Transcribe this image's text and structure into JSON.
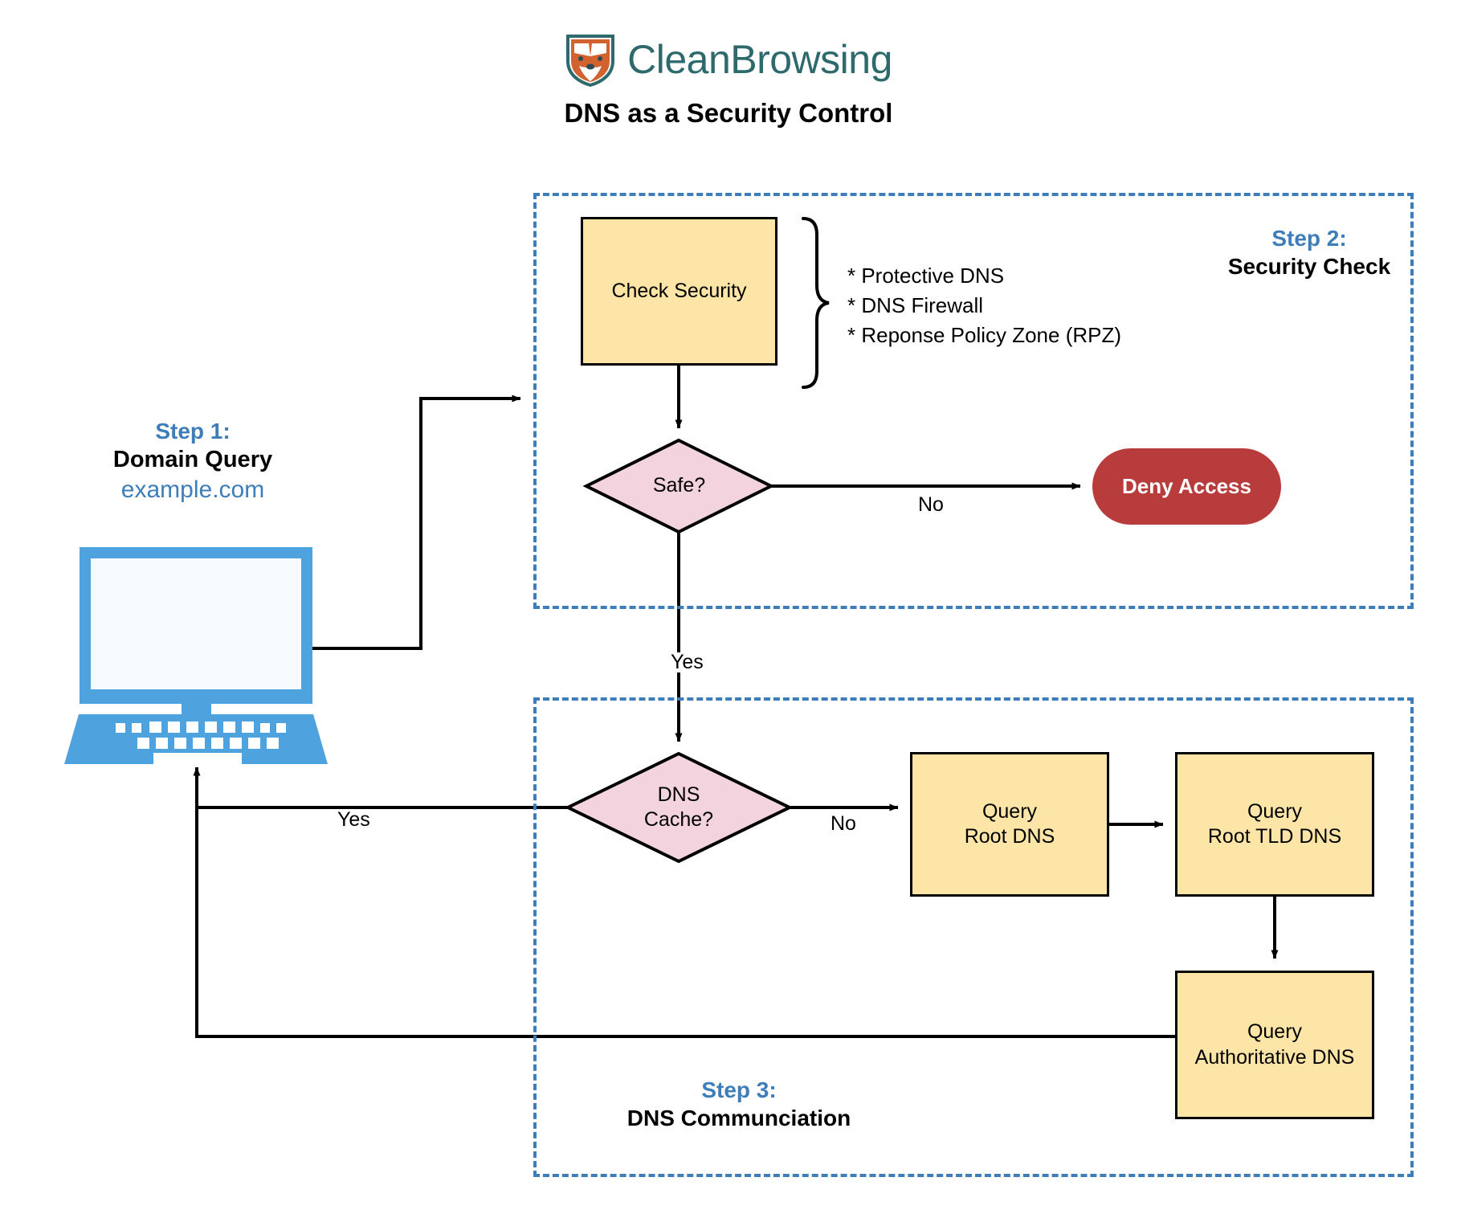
{
  "brand": {
    "name": "CleanBrowsing",
    "logo_icon": "fox-shield-logo",
    "logo_colors": {
      "shield_outline": "#2e6a6c",
      "fox_fill": "#d2622f",
      "muzzle": "#ffffff"
    },
    "text_color": "#2e6a6c"
  },
  "title": "DNS as a Security Control",
  "colors": {
    "accent_blue": "#3d7eba",
    "process_fill": "#fce5a6",
    "decision_fill": "#f2d3de",
    "deny_fill": "#b93c3c",
    "stroke": "#000000",
    "laptop_blue": "#4ea3df"
  },
  "steps": {
    "step1": {
      "number": "Step 1:",
      "title": "Domain Query",
      "subtitle": "example.com"
    },
    "step2": {
      "number": "Step 2:",
      "title": "Security Check"
    },
    "step3": {
      "number": "Step 3:",
      "title": "DNS Communciation"
    }
  },
  "nodes": {
    "check_security": "Check Security",
    "safe_decision": "Safe?",
    "deny_access": "Deny Access",
    "dns_cache_decision": "DNS\nCache?",
    "query_root_dns": "Query\nRoot DNS",
    "query_root_tld_dns": "Query\nRoot TLD DNS",
    "query_authoritative_dns": "Query\nAuthoritative DNS"
  },
  "annotations": {
    "security_methods": [
      "* Protective DNS",
      "* DNS Firewall",
      "* Reponse Policy Zone (RPZ)"
    ]
  },
  "edge_labels": {
    "safe_no": "No",
    "safe_yes": "Yes",
    "cache_no": "No",
    "cache_yes": "Yes"
  },
  "chart_data": {
    "type": "diagram",
    "title": "DNS as a Security Control",
    "nodes": [
      {
        "id": "client",
        "label": "example.com",
        "shape": "computer",
        "group": "Step 1: Domain Query"
      },
      {
        "id": "check",
        "label": "Check Security",
        "shape": "process",
        "group": "Step 2: Security Check"
      },
      {
        "id": "safe",
        "label": "Safe?",
        "shape": "decision",
        "group": "Step 2: Security Check"
      },
      {
        "id": "deny",
        "label": "Deny Access",
        "shape": "terminator",
        "group": "Step 2: Security Check"
      },
      {
        "id": "cache",
        "label": "DNS Cache?",
        "shape": "decision",
        "group": "Step 3: DNS Communciation"
      },
      {
        "id": "root",
        "label": "Query Root DNS",
        "shape": "process",
        "group": "Step 3: DNS Communciation"
      },
      {
        "id": "tld",
        "label": "Query Root TLD DNS",
        "shape": "process",
        "group": "Step 3: DNS Communciation"
      },
      {
        "id": "auth",
        "label": "Query Authoritative DNS",
        "shape": "process",
        "group": "Step 3: DNS Communciation"
      }
    ],
    "edges": [
      {
        "from": "client",
        "to": "check",
        "label": ""
      },
      {
        "from": "check",
        "to": "safe",
        "label": ""
      },
      {
        "from": "safe",
        "to": "deny",
        "label": "No"
      },
      {
        "from": "safe",
        "to": "cache",
        "label": "Yes"
      },
      {
        "from": "cache",
        "to": "client",
        "label": "Yes"
      },
      {
        "from": "cache",
        "to": "root",
        "label": "No"
      },
      {
        "from": "root",
        "to": "tld",
        "label": ""
      },
      {
        "from": "tld",
        "to": "auth",
        "label": ""
      },
      {
        "from": "auth",
        "to": "client",
        "label": ""
      }
    ]
  }
}
